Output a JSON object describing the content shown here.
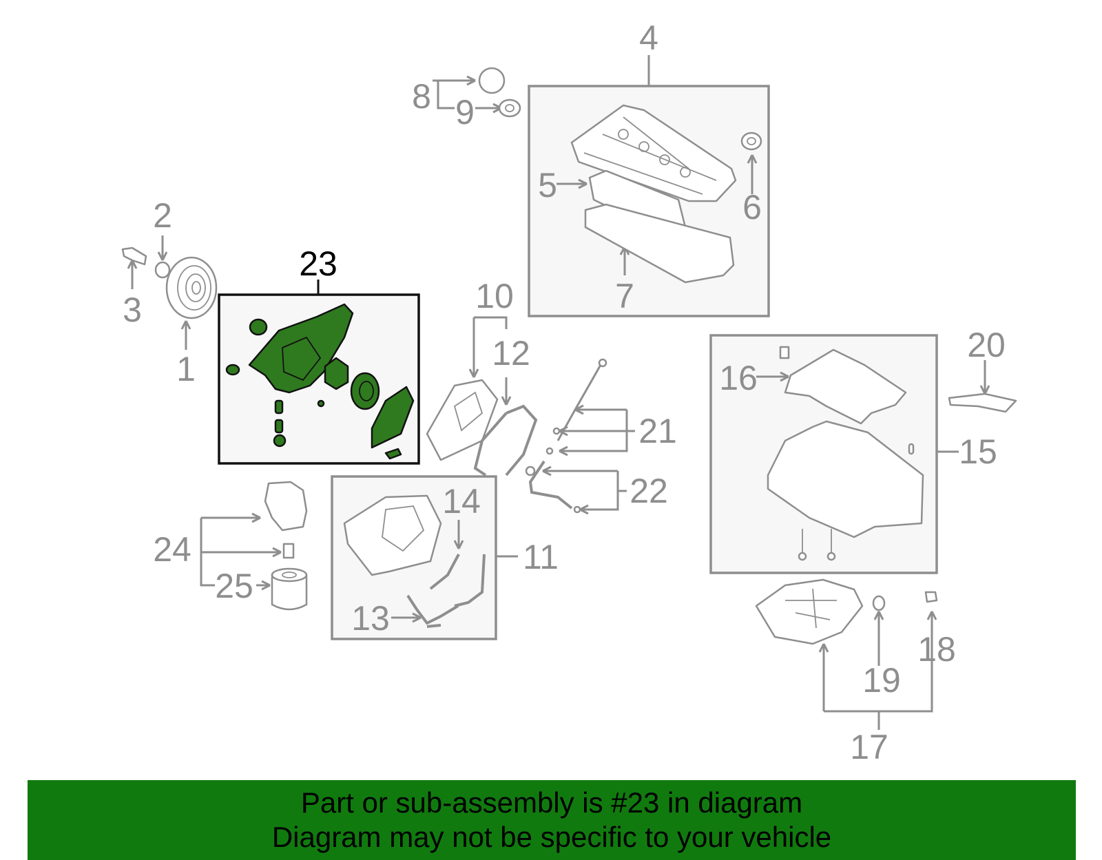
{
  "callouts": {
    "c1": "1",
    "c2": "2",
    "c3": "3",
    "c4": "4",
    "c5": "5",
    "c6": "6",
    "c7": "7",
    "c8": "8",
    "c9": "9",
    "c10": "10",
    "c11": "11",
    "c12": "12",
    "c13": "13",
    "c14": "14",
    "c15": "15",
    "c16": "16",
    "c17": "17",
    "c18": "18",
    "c19": "19",
    "c20": "20",
    "c21": "21",
    "c22": "22",
    "c23": "23",
    "c24": "24",
    "c25": "25"
  },
  "highlighted_part": "23",
  "colors": {
    "highlight_fill": "#2f7a1f",
    "banner_bg": "#117a0f",
    "line_gray": "#8e8e8e",
    "box_fill": "#f7f7f7"
  },
  "banner": {
    "line1": "Part or sub-assembly is #23 in diagram",
    "line2": "Diagram may not be specific to your vehicle"
  }
}
